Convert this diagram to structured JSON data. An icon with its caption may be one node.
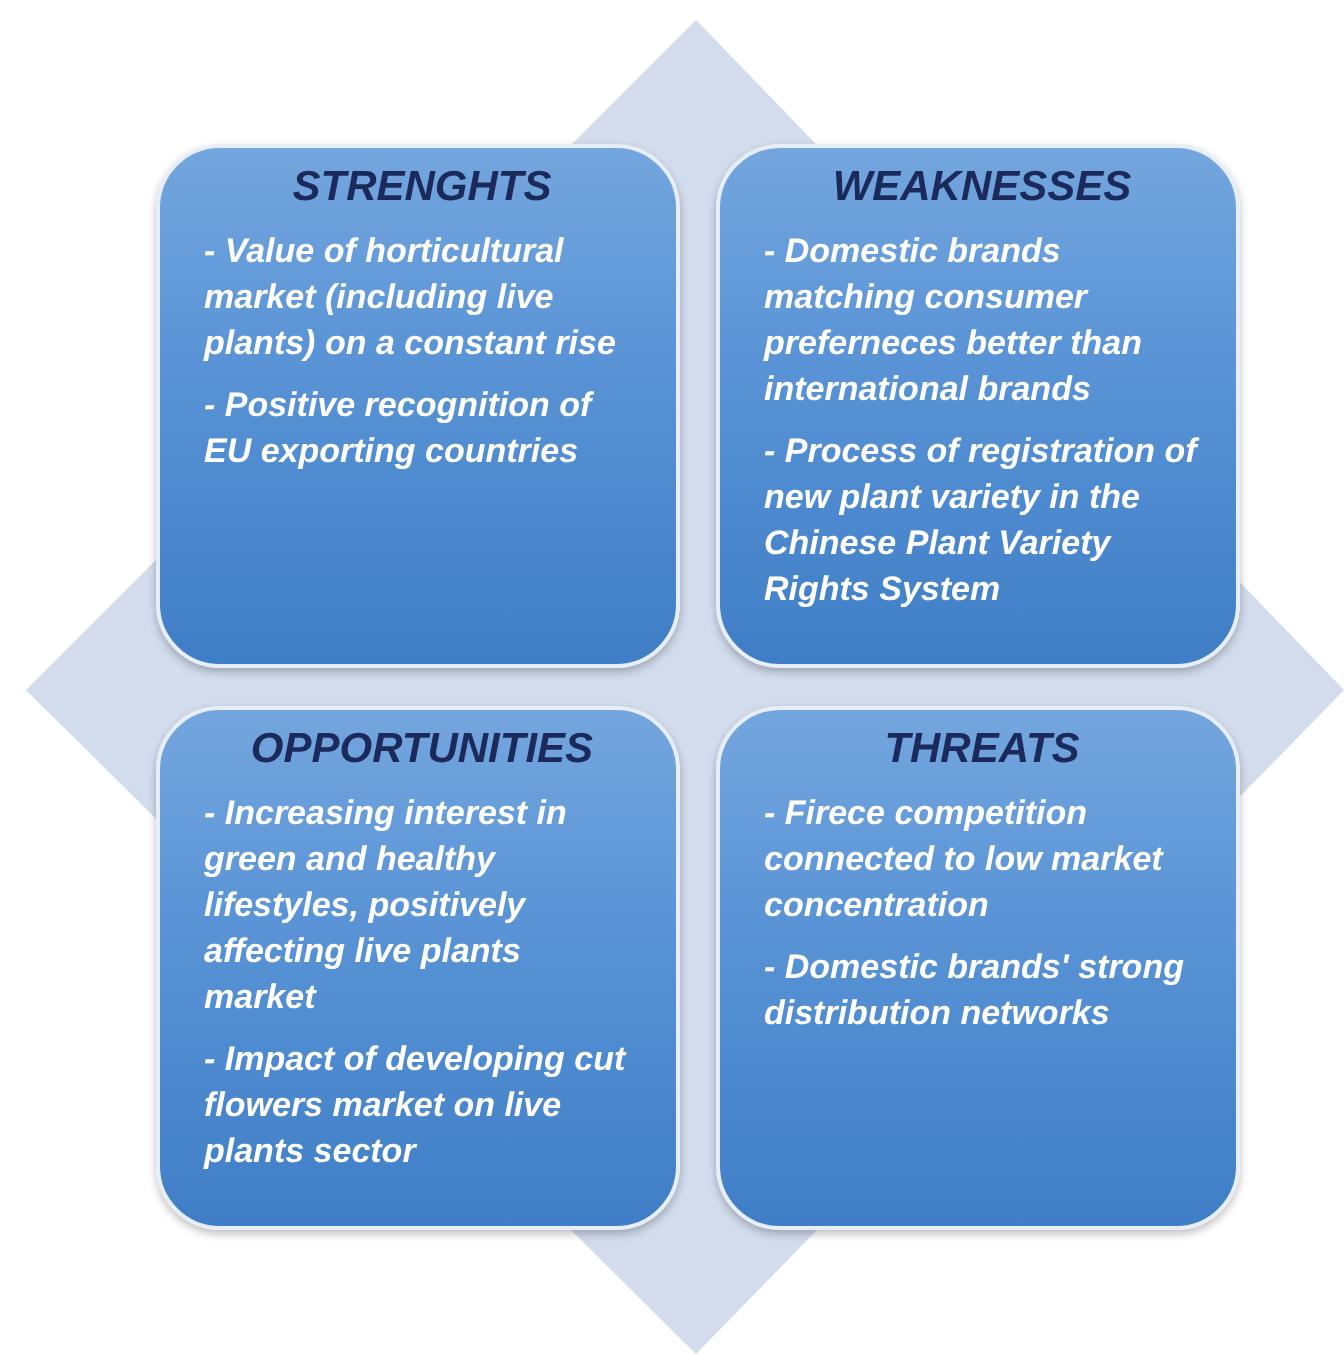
{
  "diagram": {
    "nodes": [
      {
        "text": [
          "STRENGHTS",
          "- Value of horticultural market (including live plants) on a constant rise",
          "- Positive recognition of EU exporting countries"
        ]
      },
      {
        "text": [
          "WEAKNESSES",
          "- Domestic brands matching consumer preferneces better than international brands",
          "- Process of registration of new plant variety in the Chinese Plant Variety Rights System"
        ]
      },
      {
        "text": [
          "OPPORTUNITIES",
          "- Increasing interest in green and healthy lifestyles, positively affecting live plants market",
          "- Impact of developing cut flowers market on live plants sector"
        ]
      },
      {
        "text": [
          "THREATS",
          "- Firece competition connected to low market concentration",
          "- Domestic brands' strong distribution networks"
        ]
      }
    ]
  }
}
